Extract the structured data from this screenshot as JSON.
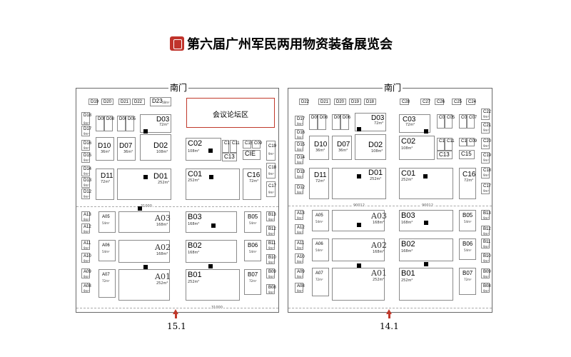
{
  "title": "第六届广州军民两用物资装备展览会",
  "halls": [
    {
      "gate": "南门",
      "entrance": "15.1",
      "forum": "会议论坛区",
      "dimension": "31000",
      "booths": {
        "D19": {
          "code": "D19",
          "area": ""
        },
        "D20": {
          "code": "D20",
          "area": ""
        },
        "D21": {
          "code": "D21",
          "area": ""
        },
        "D22": {
          "code": "D22",
          "area": ""
        },
        "D23": {
          "code": "D23",
          "area": "18m²"
        },
        "D18": {
          "code": "D18",
          "area": "9m²"
        },
        "D09": {
          "code": "D09",
          "area": ""
        },
        "D08": {
          "code": "D08",
          "area": ""
        },
        "D06": {
          "code": "D06",
          "area": ""
        },
        "D05": {
          "code": "D05",
          "area": ""
        },
        "D03": {
          "code": "D03",
          "area": "72m²"
        },
        "D17": {
          "code": "D17",
          "area": "9m²"
        },
        "D10": {
          "code": "D10",
          "area": "36m²"
        },
        "D07": {
          "code": "D07",
          "area": "36m²"
        },
        "D02": {
          "code": "D02",
          "area": "108m²"
        },
        "D16": {
          "code": "D16",
          "area": "9m²"
        },
        "D15": {
          "code": "D15",
          "area": "9m²"
        },
        "D14": {
          "code": "D14",
          "area": "9m²"
        },
        "D13": {
          "code": "D13",
          "area": "9m²"
        },
        "D11": {
          "code": "D11",
          "area": "72m²"
        },
        "D01": {
          "code": "D01",
          "area": "252m²"
        },
        "D12": {
          "code": "D12",
          "area": "9m²"
        },
        "C02": {
          "code": "C02",
          "area": "108m²"
        },
        "C12": {
          "code": "C12",
          "area": ""
        },
        "C11": {
          "code": "C11",
          "area": ""
        },
        "C13": {
          "code": "C13",
          "area": ""
        },
        "C15": {
          "code": "C15",
          "area": ""
        },
        "C09": {
          "code": "C09",
          "area": ""
        },
        "CIE": {
          "code": "CIE",
          "area": ""
        },
        "C19": {
          "code": "C19",
          "area": "9m²"
        },
        "C18": {
          "code": "C18",
          "area": "9m²"
        },
        "C01": {
          "code": "C01",
          "area": "252m²"
        },
        "C16": {
          "code": "C16",
          "area": "72m²"
        },
        "C17": {
          "code": "C17",
          "area": "9m²"
        },
        "A13": {
          "code": "A13",
          "area": "9m²"
        },
        "A05": {
          "code": "A05",
          "area": "54m²"
        },
        "A03": {
          "code": "A03",
          "area": "168m²"
        },
        "A12": {
          "code": "A12",
          "area": "9m²"
        },
        "A11": {
          "code": "A11",
          "area": "9m²"
        },
        "A06": {
          "code": "A06",
          "area": "54m²"
        },
        "A02": {
          "code": "A02",
          "area": "168m²"
        },
        "A10": {
          "code": "A10",
          "area": "9m²"
        },
        "A09": {
          "code": "A09",
          "area": "9m²"
        },
        "A07": {
          "code": "A07",
          "area": "72m²"
        },
        "A01": {
          "code": "A01",
          "area": "252m²"
        },
        "A08": {
          "code": "A08",
          "area": "9m²"
        },
        "B03": {
          "code": "B03",
          "area": "168m²"
        },
        "B05": {
          "code": "B05",
          "area": "54m²"
        },
        "B13": {
          "code": "B13",
          "area": "9m²"
        },
        "B12": {
          "code": "B12",
          "area": "9m²"
        },
        "B02": {
          "code": "B02",
          "area": "168m²"
        },
        "B06": {
          "code": "B06",
          "area": "54m²"
        },
        "B11": {
          "code": "B11",
          "area": "9m²"
        },
        "B10": {
          "code": "B10",
          "area": "9m²"
        },
        "B01": {
          "code": "B01",
          "area": "252m²"
        },
        "B07": {
          "code": "B07",
          "area": "72m²"
        },
        "B09": {
          "code": "B09",
          "area": "9m²"
        },
        "B08": {
          "code": "B08",
          "area": "9m²"
        }
      }
    },
    {
      "gate": "南门",
      "entrance": "14.1",
      "dimension": "90012",
      "booths": {
        "D22": {
          "code": "D22",
          "area": ""
        },
        "D21": {
          "code": "D21",
          "area": ""
        },
        "D20": {
          "code": "D20",
          "area": ""
        },
        "D19": {
          "code": "D19",
          "area": ""
        },
        "D18": {
          "code": "D18",
          "area": ""
        },
        "D17": {
          "code": "D17",
          "area": "9m²"
        },
        "D09": {
          "code": "D09",
          "area": ""
        },
        "D08": {
          "code": "D08",
          "area": ""
        },
        "D05": {
          "code": "D05",
          "area": ""
        },
        "D06": {
          "code": "D06",
          "area": ""
        },
        "D03": {
          "code": "D03",
          "area": "72m²"
        },
        "D16": {
          "code": "D16",
          "area": "9m²"
        },
        "D10": {
          "code": "D10",
          "area": "36m²"
        },
        "D07": {
          "code": "D07",
          "area": "36m²"
        },
        "D02": {
          "code": "D02",
          "area": "108m²"
        },
        "D15": {
          "code": "D15",
          "area": "9m²"
        },
        "D14": {
          "code": "D14",
          "area": "9m²"
        },
        "D13": {
          "code": "D13",
          "area": "9m²"
        },
        "D11": {
          "code": "D11",
          "area": "72m²"
        },
        "D01": {
          "code": "D01",
          "area": "252m²"
        },
        "D12": {
          "code": "D12",
          "area": "9m²"
        },
        "C28": {
          "code": "C28",
          "area": ""
        },
        "C27": {
          "code": "C27",
          "area": ""
        },
        "C26": {
          "code": "C26",
          "area": ""
        },
        "C25": {
          "code": "C25",
          "area": ""
        },
        "C24": {
          "code": "C24",
          "area": ""
        },
        "C03": {
          "code": "C03",
          "area": "72m²"
        },
        "C06": {
          "code": "C06",
          "area": ""
        },
        "C05": {
          "code": "C05",
          "area": ""
        },
        "C08": {
          "code": "C08",
          "area": ""
        },
        "C07": {
          "code": "C07",
          "area": ""
        },
        "C22": {
          "code": "C22",
          "area": "9m²"
        },
        "C21": {
          "code": "C21",
          "area": "9m²"
        },
        "C02": {
          "code": "C02",
          "area": "108m²"
        },
        "C12": {
          "code": "C12",
          "area": ""
        },
        "C11": {
          "code": "C11",
          "area": ""
        },
        "C10": {
          "code": "C10",
          "area": ""
        },
        "C09": {
          "code": "C09",
          "area": ""
        },
        "C13": {
          "code": "C13",
          "area": ""
        },
        "C15": {
          "code": "C15",
          "area": ""
        },
        "C20": {
          "code": "C20",
          "area": "9m²"
        },
        "C19": {
          "code": "C19",
          "area": "9m²"
        },
        "C01": {
          "code": "C01",
          "area": "252m²"
        },
        "C16": {
          "code": "C16",
          "area": "72m²"
        },
        "C18": {
          "code": "C18",
          "area": "9m²"
        },
        "C17": {
          "code": "C17",
          "area": "9m²"
        },
        "A13": {
          "code": "A13",
          "area": "9m²"
        },
        "A05": {
          "code": "A05",
          "area": "54m²"
        },
        "A03": {
          "code": "A03",
          "area": "168m²"
        },
        "A12": {
          "code": "A12",
          "area": "9m²"
        },
        "A11": {
          "code": "A11",
          "area": "9m²"
        },
        "A06": {
          "code": "A06",
          "area": "54m²"
        },
        "A02": {
          "code": "A02",
          "area": "168m²"
        },
        "A10": {
          "code": "A10",
          "area": "9m²"
        },
        "A09": {
          "code": "A09",
          "area": "9m²"
        },
        "A07": {
          "code": "A07",
          "area": "72m²"
        },
        "A01": {
          "code": "A01",
          "area": "252m²"
        },
        "A08": {
          "code": "A08",
          "area": "9m²"
        },
        "B03": {
          "code": "B03",
          "area": "168m²"
        },
        "B05": {
          "code": "B05",
          "area": "54m²"
        },
        "B13": {
          "code": "B13",
          "area": "9m²"
        },
        "B12": {
          "code": "B12",
          "area": "9m²"
        },
        "B02": {
          "code": "B02",
          "area": "168m²"
        },
        "B06": {
          "code": "B06",
          "area": "54m²"
        },
        "B11": {
          "code": "B11",
          "area": "9m²"
        },
        "B10": {
          "code": "B10",
          "area": "9m²"
        },
        "B01": {
          "code": "B01",
          "area": "252m²"
        },
        "B07": {
          "code": "B07",
          "area": "72m²"
        },
        "B09": {
          "code": "B09",
          "area": "9m²"
        },
        "B08": {
          "code": "B08",
          "area": "9m²"
        }
      }
    }
  ],
  "colors": {
    "accent": "#c0392b",
    "logo": "#c0332b",
    "border": "#8a8a8a"
  }
}
